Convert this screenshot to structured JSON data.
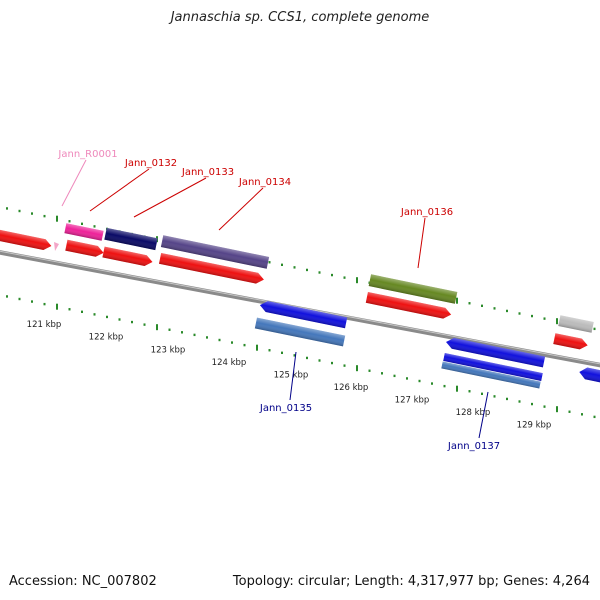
{
  "title": "Jannaschia sp. CCS1, complete genome",
  "footer": {
    "accession": "Accession: NC_007802",
    "stats": "Topology: circular; Length: 4,317,977 bp; Genes: 4,264"
  },
  "colors": {
    "backbone": "#8a8a8a",
    "tick": "#2a8a2a",
    "label_top": "#cc0000",
    "label_trna": "#ee88bb",
    "label_bottom": "#000088",
    "cds_red": "#ee1111",
    "pink": "#ee2299",
    "navy": "#0a0a66",
    "slate": "#554488",
    "olive": "#668822",
    "gray": "#bbbbbb",
    "blue": "#1111dd",
    "steel": "#4477bb"
  },
  "scale": {
    "unit": "kbp",
    "labels": [
      "121 kbp",
      "122 kbp",
      "123 kbp",
      "124 kbp",
      "125 kbp",
      "126 kbp",
      "127 kbp",
      "128 kbp",
      "129 kbp"
    ]
  },
  "gene_labels": [
    {
      "id": "Jann_R0001",
      "name": "Jann_R0001",
      "strand": "top",
      "color_key": "label_trna"
    },
    {
      "id": "Jann_0132",
      "name": "Jann_0132",
      "strand": "top",
      "color_key": "label_top"
    },
    {
      "id": "Jann_0133",
      "name": "Jann_0133",
      "strand": "top",
      "color_key": "label_top"
    },
    {
      "id": "Jann_0134",
      "name": "Jann_0134",
      "strand": "top",
      "color_key": "label_top"
    },
    {
      "id": "Jann_0136",
      "name": "Jann_0136",
      "strand": "top",
      "color_key": "label_top"
    },
    {
      "id": "Jann_0135",
      "name": "Jann_0135",
      "strand": "bottom",
      "color_key": "label_bottom"
    },
    {
      "id": "Jann_0137",
      "name": "Jann_0137",
      "strand": "bottom",
      "color_key": "label_bottom"
    }
  ]
}
